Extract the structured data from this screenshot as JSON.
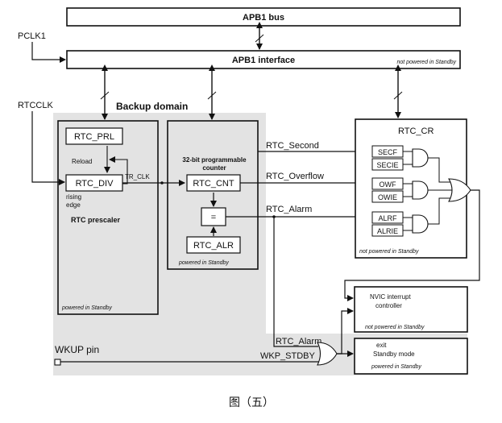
{
  "bus": {
    "title": "APB1 bus"
  },
  "interface": {
    "title": "APB1 interface",
    "note": "not powered in Standby"
  },
  "signals": {
    "pclk1": "PCLK1",
    "rtcclk": "RTCCLK",
    "tr_clk": "TR_CLK",
    "rtc_second": "RTC_Second",
    "rtc_overflow": "RTC_Overflow",
    "rtc_alarm": "RTC_Alarm",
    "rtc_alarm2": "RTC_Alarm",
    "wkp_stdby": "WKP_STDBY",
    "wkup_pin": "WKUP pin"
  },
  "backup": {
    "title": "Backup domain"
  },
  "prescaler": {
    "prl": "RTC_PRL",
    "reload": "Reload",
    "div": "RTC_DIV",
    "rising": "rising",
    "edge": "edge",
    "name": "RTC prescaler",
    "note": "powered in Standby"
  },
  "counter": {
    "title1": "32-bit programmable",
    "title2": "counter",
    "cnt": "RTC_CNT",
    "eq": "=",
    "alr": "RTC_ALR",
    "note": "powered in Standby"
  },
  "cr": {
    "title": "RTC_CR",
    "flags": [
      "SECF",
      "SECIE",
      "OWF",
      "OWIE",
      "ALRF",
      "ALRIE"
    ],
    "note": "not powered in Standby"
  },
  "nvic": {
    "line1": "NVIC interrupt",
    "line2": "controller",
    "note": "not powered in Standby"
  },
  "exit": {
    "line1": "exit",
    "line2": "Standby mode",
    "note": "powered in Standby"
  },
  "caption": "图（五）"
}
